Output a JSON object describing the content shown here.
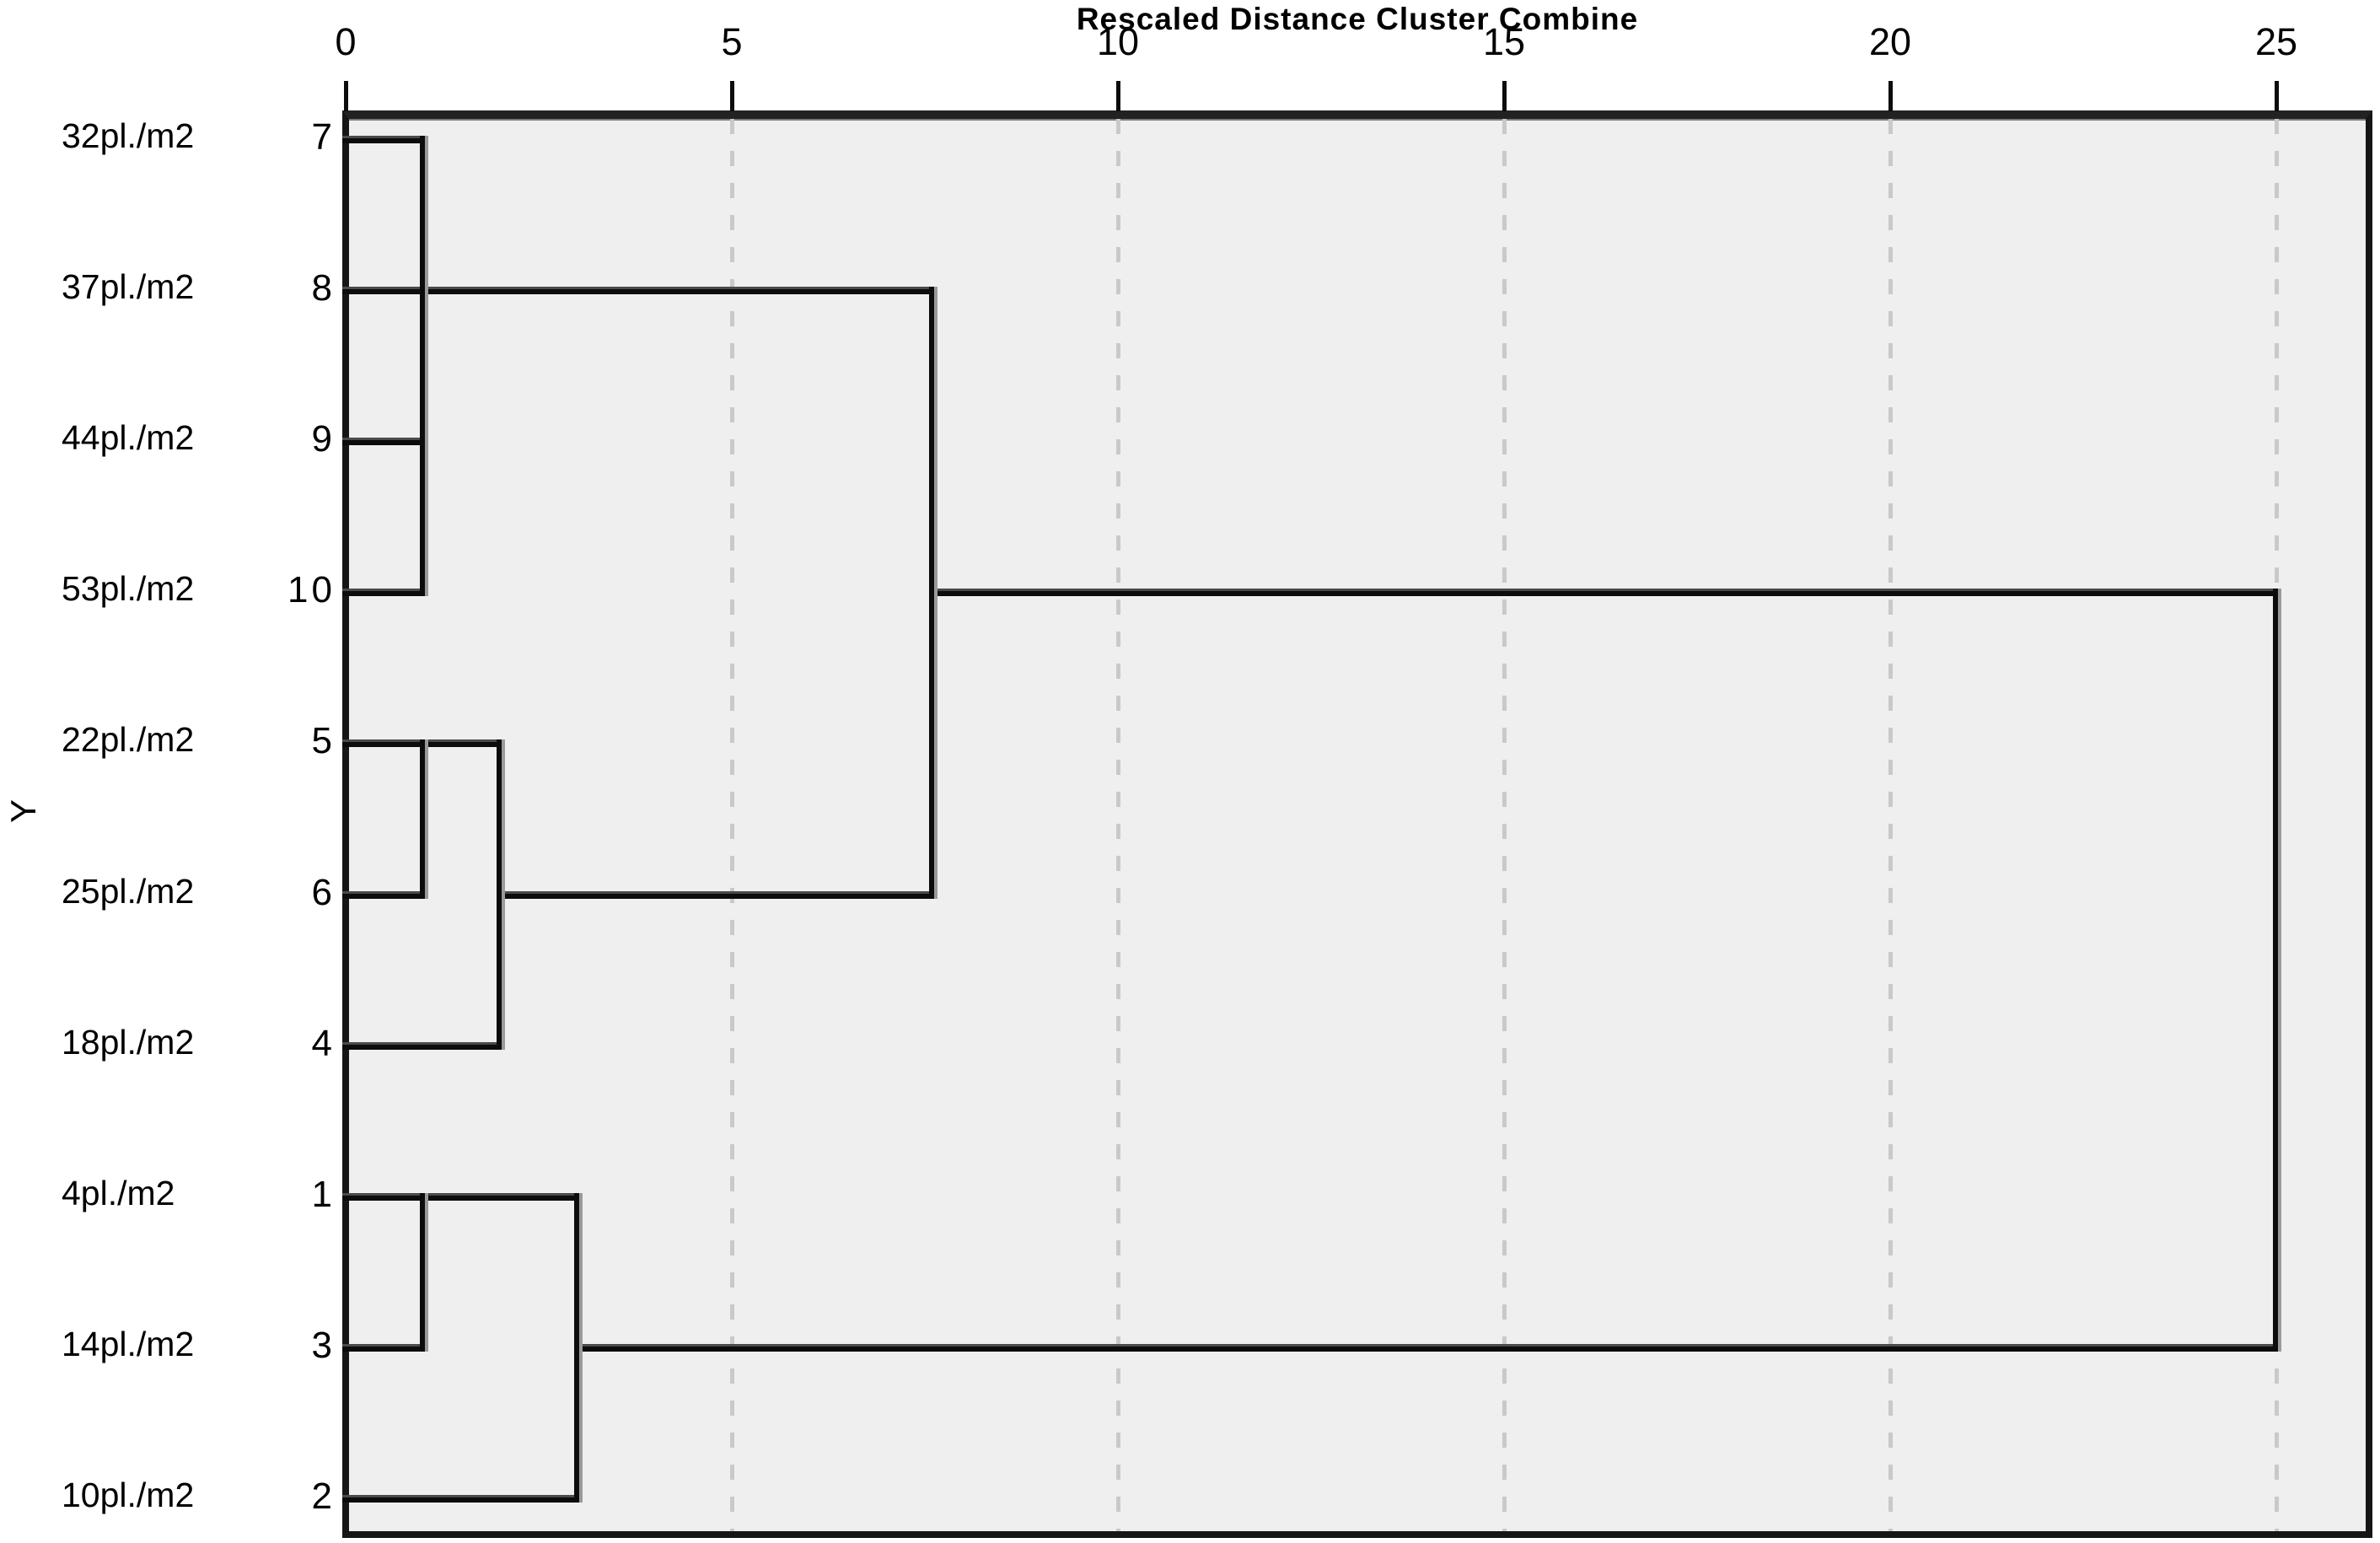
{
  "chart_data": {
    "type": "dendrogram",
    "title": "Rescaled Distance Cluster Combine",
    "y_axis_label": "Y",
    "orientation": "horizontal",
    "x_axis": {
      "min": 0,
      "max": 25,
      "ticks": [
        "0",
        "5",
        "10",
        "15",
        "20",
        "25"
      ],
      "tick_values": [
        0,
        5,
        10,
        15,
        20,
        25
      ]
    },
    "grid": {
      "style": "dashed-vertical",
      "at_ticks": [
        5,
        10,
        15,
        20,
        25
      ]
    },
    "leaves": [
      {
        "label": "32pl./m2",
        "case": "7"
      },
      {
        "label": "37pl./m2",
        "case": "8"
      },
      {
        "label": "44pl./m2",
        "case": "9"
      },
      {
        "label": "53pl./m2",
        "case": "10"
      },
      {
        "label": "22pl./m2",
        "case": "5"
      },
      {
        "label": "25pl./m2",
        "case": "6"
      },
      {
        "label": "18pl./m2",
        "case": "4"
      },
      {
        "label": "4pl./m2",
        "case": "1"
      },
      {
        "label": "14pl./m2",
        "case": "3"
      },
      {
        "label": "10pl./m2",
        "case": "2"
      }
    ],
    "merges": [
      {
        "members": [
          "7",
          "8",
          "9",
          "10"
        ],
        "distance": 1
      },
      {
        "members": [
          "5",
          "6"
        ],
        "distance": 1
      },
      {
        "members": [
          "5",
          "6",
          "4"
        ],
        "distance": 2
      },
      {
        "members": [
          "1",
          "3"
        ],
        "distance": 1
      },
      {
        "members": [
          "1",
          "3",
          "2"
        ],
        "distance": 3
      },
      {
        "members": [
          "7",
          "8",
          "9",
          "10",
          "5",
          "6",
          "4"
        ],
        "distance": 7.6
      },
      {
        "members": [
          "all"
        ],
        "distance": 25
      }
    ],
    "links": {
      "h": [
        {
          "row": 0,
          "d0": 0,
          "d1": 1
        },
        {
          "row": 1,
          "d0": 0,
          "d1": 7.6
        },
        {
          "row": 2,
          "d0": 0,
          "d1": 1
        },
        {
          "row": 3,
          "d0": 0,
          "d1": 1
        },
        {
          "row": 3,
          "d0": 7.6,
          "d1": 25
        },
        {
          "row": 4,
          "d0": 0,
          "d1": 2
        },
        {
          "row": 5,
          "d0": 0,
          "d1": 1
        },
        {
          "row": 5,
          "d0": 2,
          "d1": 7.6
        },
        {
          "row": 6,
          "d0": 0,
          "d1": 2
        },
        {
          "row": 7,
          "d0": 0,
          "d1": 3
        },
        {
          "row": 8,
          "d0": 0,
          "d1": 1
        },
        {
          "row": 8,
          "d0": 3,
          "d1": 25
        },
        {
          "row": 9,
          "d0": 0,
          "d1": 3
        }
      ],
      "v": [
        {
          "d": 1,
          "row0": 0,
          "row1": 3
        },
        {
          "d": 1,
          "row0": 4,
          "row1": 5
        },
        {
          "d": 2,
          "row0": 4,
          "row1": 6
        },
        {
          "d": 1,
          "row0": 7,
          "row1": 8
        },
        {
          "d": 3,
          "row0": 7,
          "row1": 9
        },
        {
          "d": 7.6,
          "row0": 1,
          "row1": 5
        },
        {
          "d": 25,
          "row0": 3,
          "row1": 8
        }
      ]
    },
    "colors": {
      "plot_background": "#efefef",
      "page_background": "#ffffff",
      "line": "#0c0c0c",
      "line_shadow": "#9a9a9a",
      "gridline": "#c9c9c9",
      "text": "#000000"
    }
  }
}
